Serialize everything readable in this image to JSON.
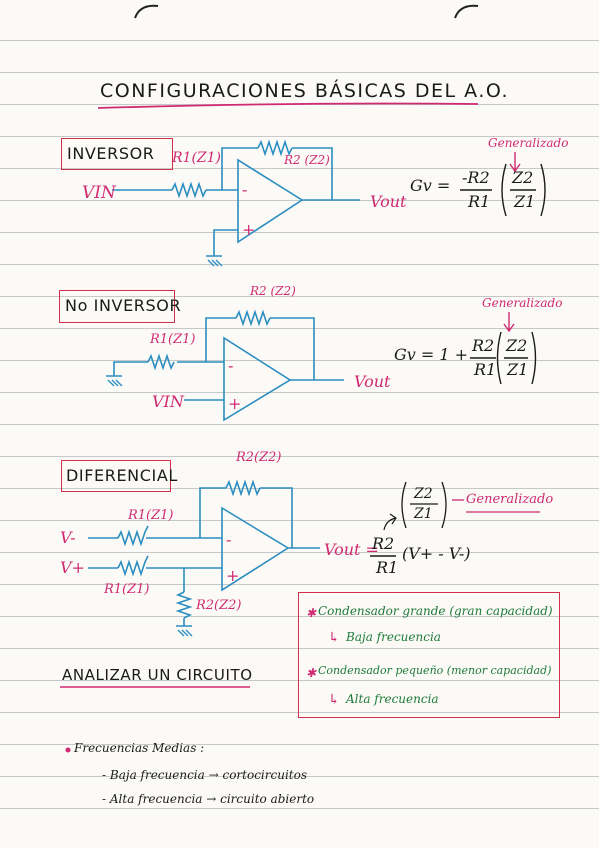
{
  "title": "CONFIGURACIONES BÁSICAS DEL A.O.",
  "inversor": {
    "label": "INVERSOR",
    "r1": "R1(Z1)",
    "r2": "R2 (Z2)",
    "vin": "VIN",
    "vout": "Vout",
    "minus": "-",
    "plus": "+",
    "generalizado": "Generalizado",
    "gain_lhs": "Gv =",
    "gain_num": "-R2",
    "gain_den": "R1",
    "z_num": "Z2",
    "z_den": "Z1"
  },
  "no_inversor": {
    "label": "No INVERSOR",
    "r1": "R1(Z1)",
    "r2": "R2 (Z2)",
    "vin": "VIN",
    "vout": "Vout",
    "minus": "-",
    "plus": "+",
    "generalizado": "Generalizado",
    "gain_lhs": "Gv = 1 +",
    "gain_num": "R2",
    "gain_den": "R1",
    "z_num": "Z2",
    "z_den": "Z1"
  },
  "diferencial": {
    "label": "DIFERENCIAL",
    "r2_top": "R2(Z2)",
    "r1_top": "R1(Z1)",
    "r1_bot": "R1(Z1)",
    "r2_bot": "R2(Z2)",
    "vminus": "V-",
    "vplus": "V+",
    "minus": "-",
    "plus": "+",
    "generalizado": "Generalizado",
    "z_num": "Z2",
    "z_den": "Z1",
    "vout_lhs": "Vout =",
    "gain_num": "R2",
    "gain_den": "R1",
    "gain_rhs": "(V+ - V-)"
  },
  "notes": {
    "item1": "Condensador grande (gran capacidad)",
    "item1_sub": "Baja frecuencia",
    "item2": "Condensador pequeño (menor capacidad)",
    "item2_sub": "Alta frecuencia",
    "star": "✱",
    "arrow": "↳"
  },
  "analizar": {
    "heading": "ANALIZAR UN CIRCUITO",
    "bullet": "Frecuencias Medias :",
    "line1": "- Baja frecuencia → cortocircuitos",
    "line2": "- Alta frecuencia → circuito abierto"
  },
  "colors": {
    "pink": "#d02a73",
    "red": "#d0304a",
    "blue": "#2c8ec1",
    "green": "#1f7a3a",
    "rule": "#9aa0a6"
  }
}
